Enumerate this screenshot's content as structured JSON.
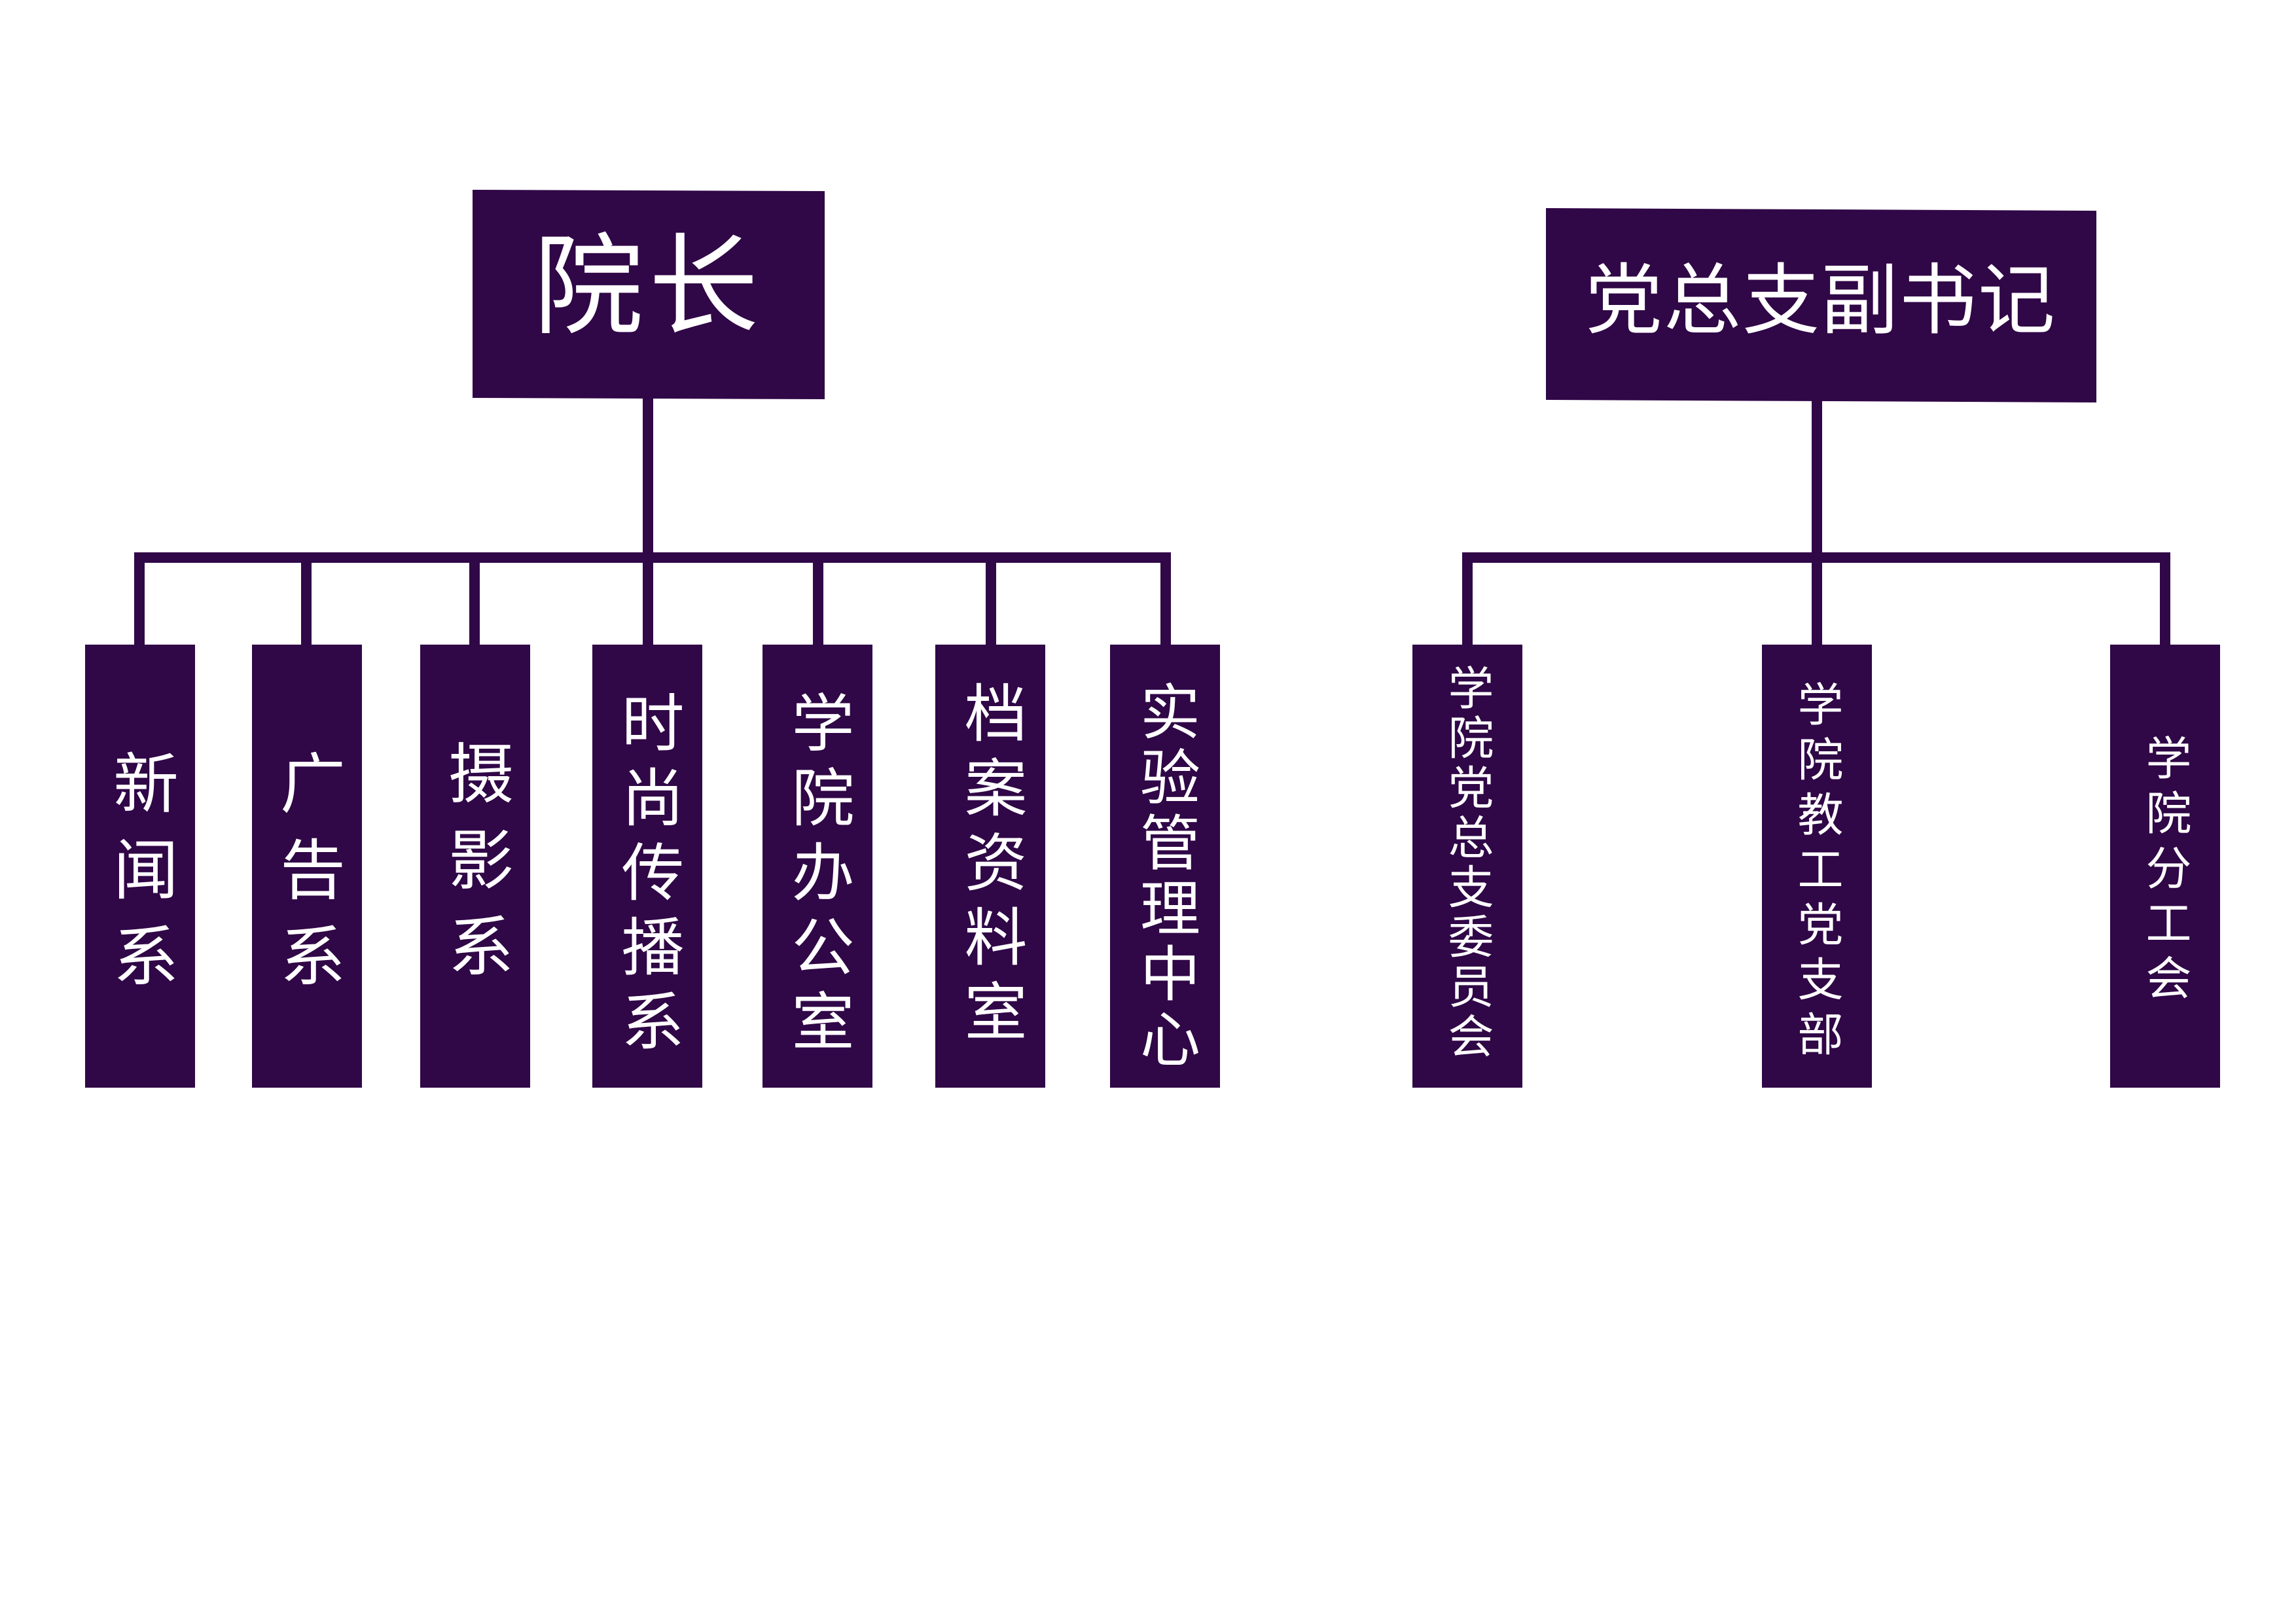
{
  "colors": {
    "node_fill": "#300747",
    "connector": "#300747",
    "text": "#ffffff",
    "background": "#ffffff"
  },
  "tree_left": {
    "root": "院长",
    "children": [
      "新闻系",
      "广告系",
      "摄影系",
      "时尚传播系",
      "学院办公室",
      "档案资料室",
      "实验管理中心"
    ]
  },
  "tree_right": {
    "root": "党总支副书记",
    "children": [
      "学院党总支委员会",
      "学院教工党支部",
      "学院分工会"
    ]
  }
}
